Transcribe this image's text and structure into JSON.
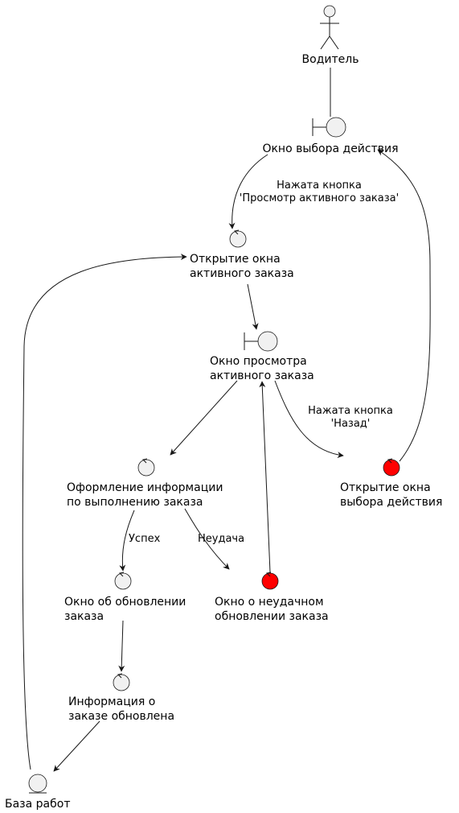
{
  "nodes": {
    "driver": {
      "label": "Водитель",
      "type": "actor"
    },
    "action_window": {
      "label": "Окно выбора действия",
      "type": "boundary"
    },
    "open_active_order": {
      "lines": [
        "Открытие окна",
        "активного заказа"
      ],
      "type": "control"
    },
    "view_active_order": {
      "lines": [
        "Окно просмотра",
        "активного заказа"
      ],
      "type": "boundary"
    },
    "fill_info": {
      "lines": [
        "Оформление информации",
        "по выполнению заказа"
      ],
      "type": "control"
    },
    "open_action_window": {
      "lines": [
        "Открытие окна",
        "выбора действия"
      ],
      "type": "control",
      "color": "#ff0000"
    },
    "update_window": {
      "lines": [
        "Окно об обновлении",
        "заказа"
      ],
      "type": "control"
    },
    "fail_window": {
      "lines": [
        "Окно о неудачном",
        "обновлении заказа"
      ],
      "type": "control",
      "color": "#ff0000"
    },
    "info_updated": {
      "lines": [
        "Информация о",
        "заказе обновлена"
      ],
      "type": "control"
    },
    "jobs_db": {
      "label": "База работ",
      "type": "entity"
    }
  },
  "edges": {
    "view_button": {
      "lines": [
        "Нажата кнопка",
        "'Просмотр активного заказа'"
      ]
    },
    "back_button": {
      "lines": [
        "Нажата кнопка",
        "'Назад'"
      ]
    },
    "success": {
      "label": "Успех"
    },
    "failure": {
      "label": "Неудача"
    }
  },
  "colors": {
    "node_fill": "#f1f1f1",
    "line": "#181818",
    "highlight": "#ff0000"
  }
}
